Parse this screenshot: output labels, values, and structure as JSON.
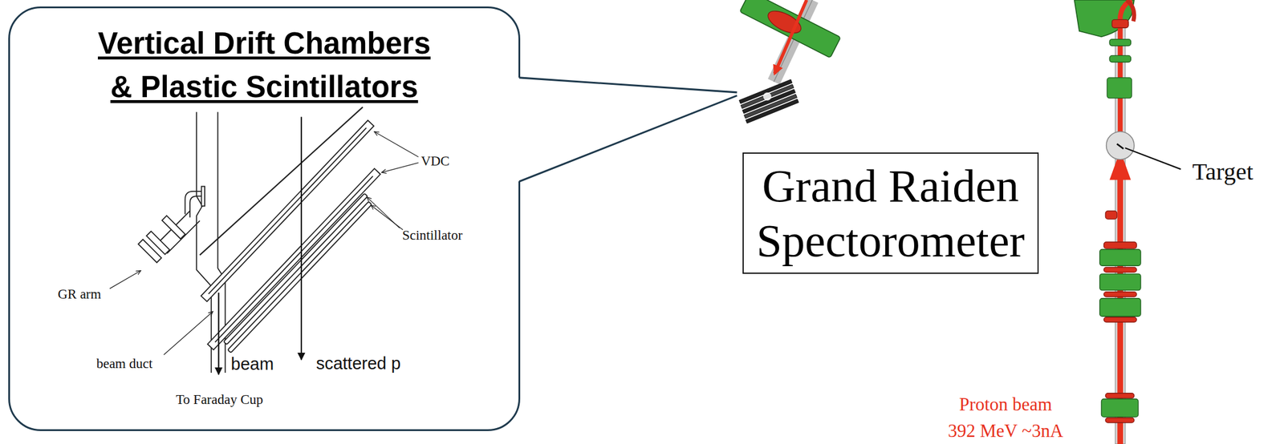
{
  "diagram": {
    "nodes": [
      {
        "text": [
          "Vertical Drift Chambers & Plastic Scintillators"
        ]
      },
      {
        "text": [
          "Grand Raiden Spectorometer"
        ]
      }
    ],
    "labels": [
      "VDC",
      "Scintillator",
      "GR arm",
      "beam duct",
      "beam",
      "scattered p",
      "To Faraday Cup",
      "Target",
      "Proton beam",
      "392 MeV ~3nA"
    ]
  }
}
